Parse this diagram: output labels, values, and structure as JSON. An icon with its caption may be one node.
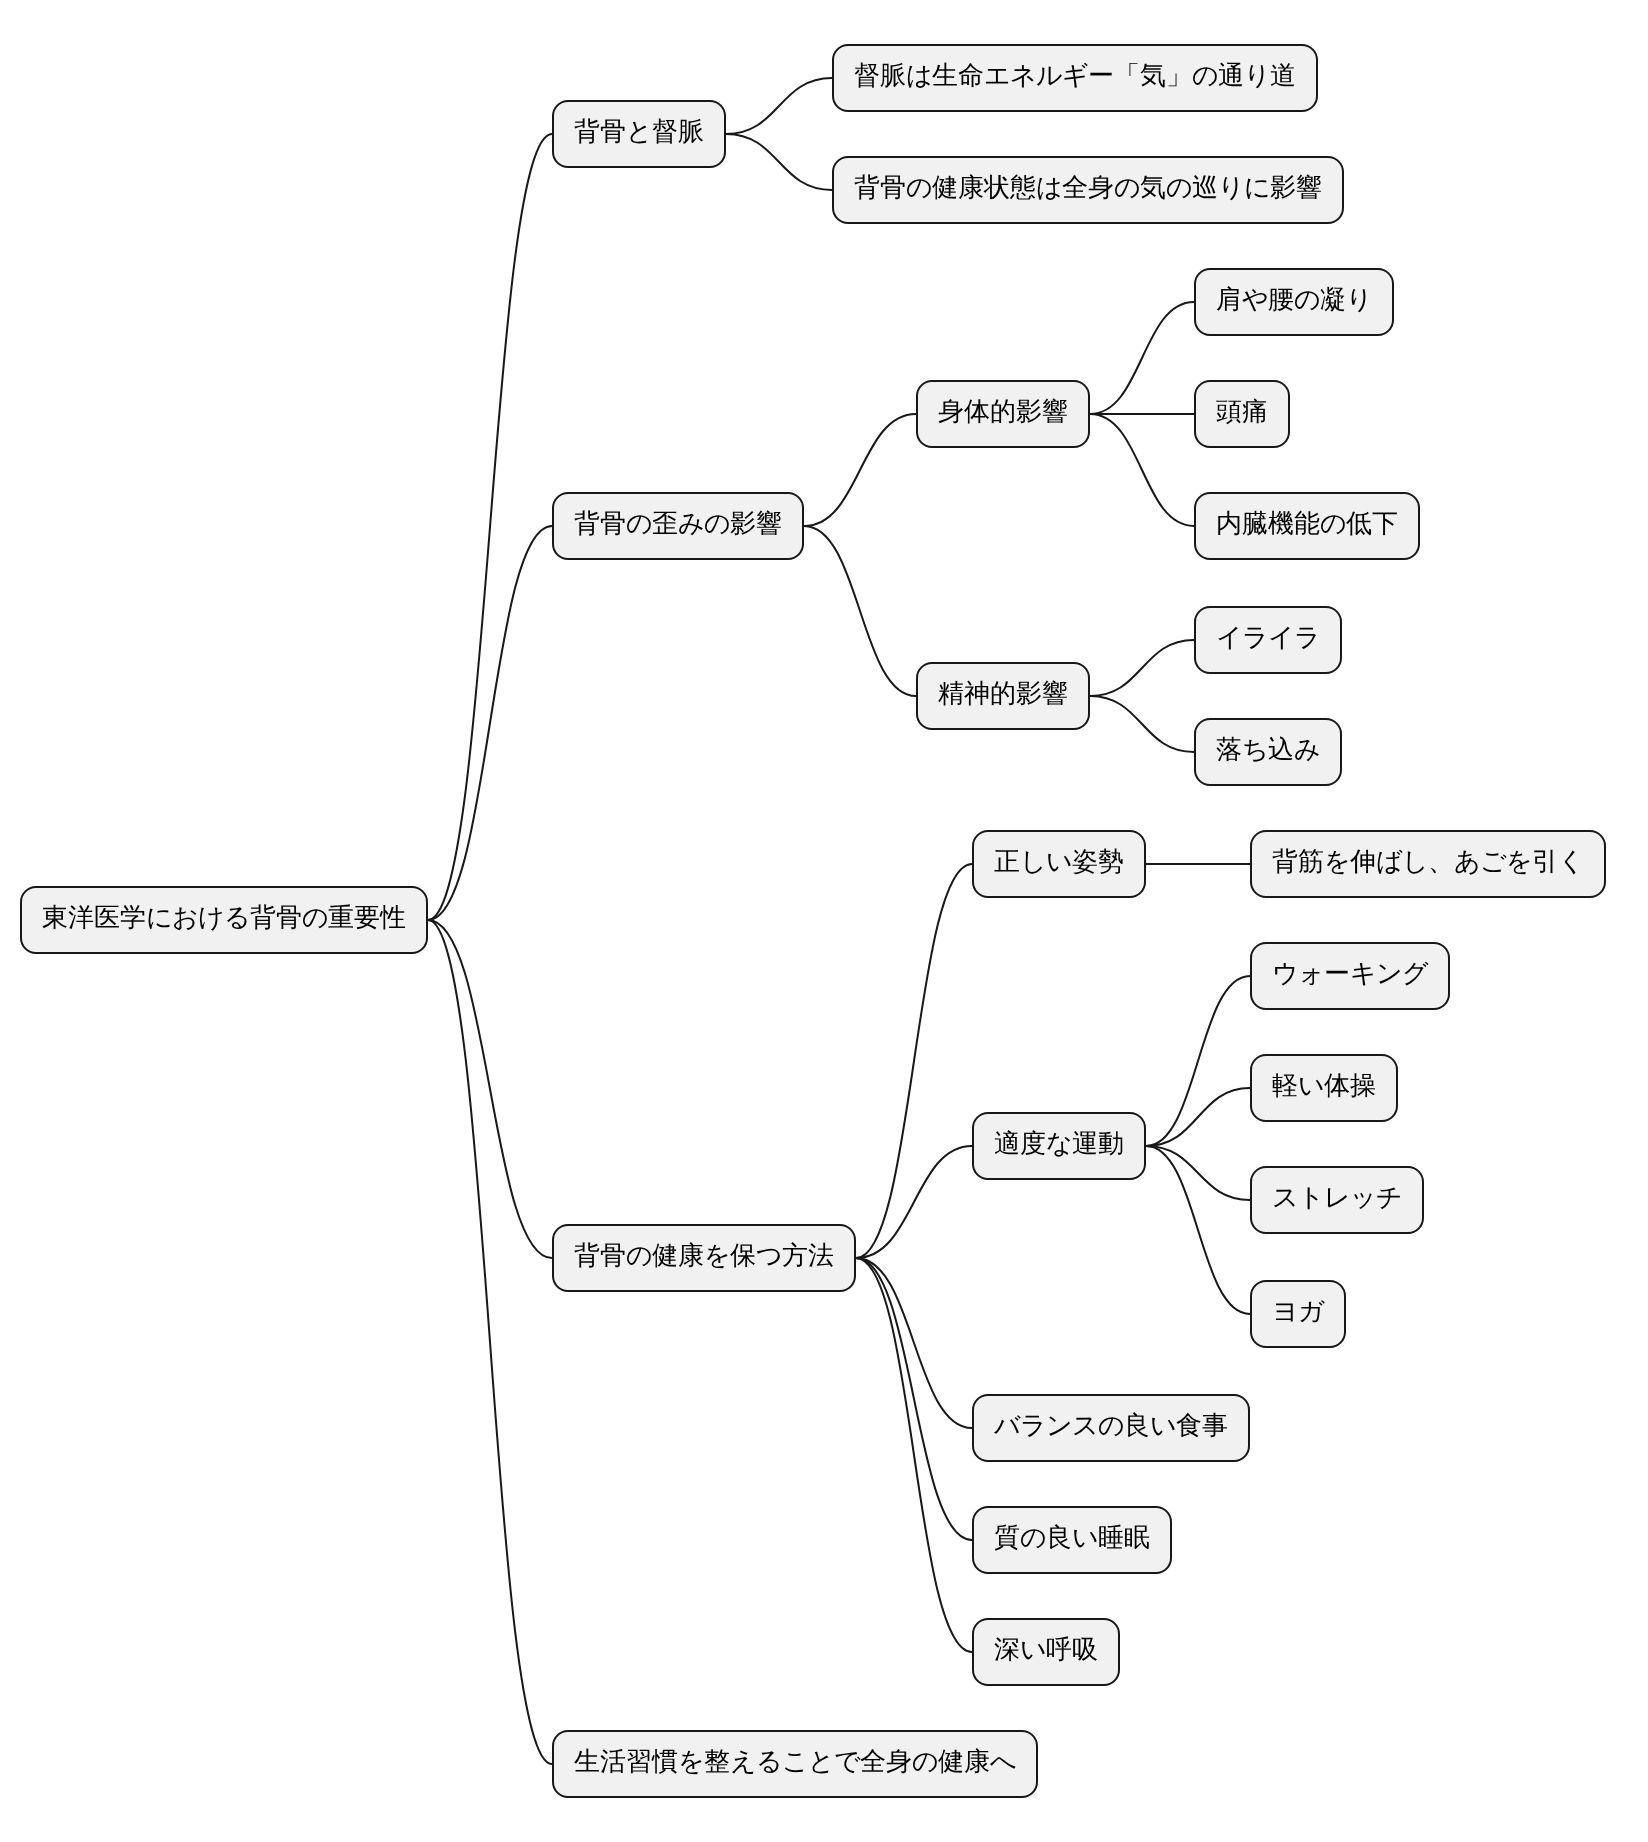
{
  "diagram": {
    "nodes": [
      {
        "text": [
          "東洋医学における背骨の重要性"
        ]
      },
      {
        "text": [
          "背骨と督脈"
        ]
      },
      {
        "text": [
          "督脈は生命エネルギー「気」の通り道"
        ]
      },
      {
        "text": [
          "背骨の健康状態は全身の気の巡りに影響"
        ]
      },
      {
        "text": [
          "背骨の歪みの影響"
        ]
      },
      {
        "text": [
          "身体的影響"
        ]
      },
      {
        "text": [
          "肩や腰の凝り"
        ]
      },
      {
        "text": [
          "頭痛"
        ]
      },
      {
        "text": [
          "内臓機能の低下"
        ]
      },
      {
        "text": [
          "精神的影響"
        ]
      },
      {
        "text": [
          "イライラ"
        ]
      },
      {
        "text": [
          "落ち込み"
        ]
      },
      {
        "text": [
          "背骨の健康を保つ方法"
        ]
      },
      {
        "text": [
          "正しい姿勢"
        ]
      },
      {
        "text": [
          "背筋を伸ばし、あごを引く"
        ]
      },
      {
        "text": [
          "適度な運動"
        ]
      },
      {
        "text": [
          "ウォーキング"
        ]
      },
      {
        "text": [
          "軽い体操"
        ]
      },
      {
        "text": [
          "ストレッチ"
        ]
      },
      {
        "text": [
          "ヨガ"
        ]
      },
      {
        "text": [
          "バランスの良い食事"
        ]
      },
      {
        "text": [
          "質の良い睡眠"
        ]
      },
      {
        "text": [
          "深い呼吸"
        ]
      },
      {
        "text": [
          "生活習慣を整えることで全身の健康へ"
        ]
      }
    ],
    "edges": [
      {
        "from": 0,
        "to": 1,
        "arrow": "none"
      },
      {
        "from": 1,
        "to": 2,
        "arrow": "none"
      },
      {
        "from": 1,
        "to": 3,
        "arrow": "none"
      },
      {
        "from": 0,
        "to": 4,
        "arrow": "none"
      },
      {
        "from": 4,
        "to": 5,
        "arrow": "none"
      },
      {
        "from": 5,
        "to": 6,
        "arrow": "none"
      },
      {
        "from": 5,
        "to": 7,
        "arrow": "none"
      },
      {
        "from": 5,
        "to": 8,
        "arrow": "none"
      },
      {
        "from": 4,
        "to": 9,
        "arrow": "none"
      },
      {
        "from": 9,
        "to": 10,
        "arrow": "none"
      },
      {
        "from": 9,
        "to": 11,
        "arrow": "none"
      },
      {
        "from": 0,
        "to": 12,
        "arrow": "none"
      },
      {
        "from": 12,
        "to": 13,
        "arrow": "none"
      },
      {
        "from": 13,
        "to": 14,
        "arrow": "none"
      },
      {
        "from": 12,
        "to": 15,
        "arrow": "none"
      },
      {
        "from": 15,
        "to": 16,
        "arrow": "none"
      },
      {
        "from": 15,
        "to": 17,
        "arrow": "none"
      },
      {
        "from": 15,
        "to": 18,
        "arrow": "none"
      },
      {
        "from": 15,
        "to": 19,
        "arrow": "none"
      },
      {
        "from": 12,
        "to": 20,
        "arrow": "none"
      },
      {
        "from": 12,
        "to": 21,
        "arrow": "none"
      },
      {
        "from": 12,
        "to": 22,
        "arrow": "none"
      },
      {
        "from": 0,
        "to": 23,
        "arrow": "none"
      }
    ]
  }
}
